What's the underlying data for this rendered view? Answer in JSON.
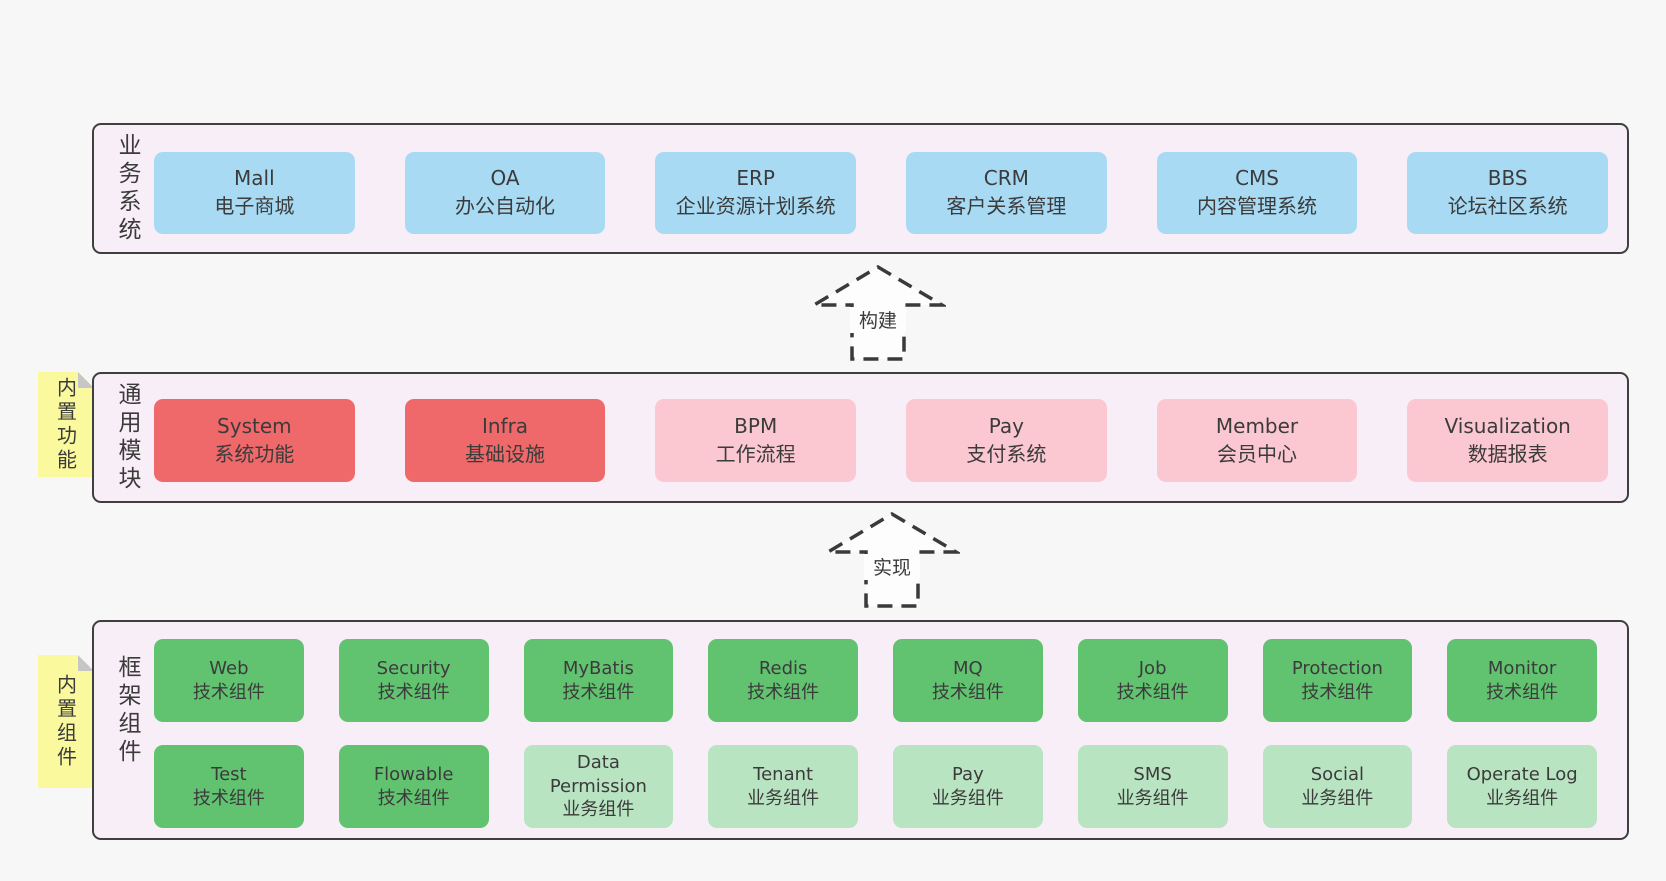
{
  "colors": {
    "page_background": "#f7f7f7",
    "layer_background": "#f8eef7",
    "layer_border": "#3f3f3f",
    "business_box_blue": "#a8daf4",
    "module_core_red": "#ef686a",
    "module_optional_pink": "#fbc8d1",
    "tech_component_green": "#61c370",
    "biz_component_light_green": "#b9e4c2",
    "sticky_note_yellow": "#fbf99e",
    "text": "#3b3b3b"
  },
  "layers": {
    "business": {
      "side_label": "业务系统",
      "boxes": [
        {
          "title": "Mall",
          "subtitle": "电子商城"
        },
        {
          "title": "OA",
          "subtitle": "办公自动化"
        },
        {
          "title": "ERP",
          "subtitle": "企业资源计划系统"
        },
        {
          "title": "CRM",
          "subtitle": "客户关系管理"
        },
        {
          "title": "CMS",
          "subtitle": "内容管理系统"
        },
        {
          "title": "BBS",
          "subtitle": "论坛社区系统"
        }
      ]
    },
    "modules": {
      "sticky_label": "内置功能",
      "side_label": "通用模块",
      "boxes": [
        {
          "title": "System",
          "subtitle": "系统功能"
        },
        {
          "title": "Infra",
          "subtitle": "基础设施"
        },
        {
          "title": "BPM",
          "subtitle": "工作流程"
        },
        {
          "title": "Pay",
          "subtitle": "支付系统"
        },
        {
          "title": "Member",
          "subtitle": "会员中心"
        },
        {
          "title": "Visualization",
          "subtitle": "数据报表"
        }
      ]
    },
    "components": {
      "sticky_label": "内置组件",
      "side_label": "框架组件",
      "row1": [
        {
          "title": "Web",
          "subtitle": "技术组件"
        },
        {
          "title": "Security",
          "subtitle": "技术组件"
        },
        {
          "title": "MyBatis",
          "subtitle": "技术组件"
        },
        {
          "title": "Redis",
          "subtitle": "技术组件"
        },
        {
          "title": "MQ",
          "subtitle": "技术组件"
        },
        {
          "title": "Job",
          "subtitle": "技术组件"
        },
        {
          "title": "Protection",
          "subtitle": "技术组件"
        },
        {
          "title": "Monitor",
          "subtitle": "技术组件"
        }
      ],
      "row2": [
        {
          "title": "Test",
          "subtitle": "技术组件"
        },
        {
          "title": "Flowable",
          "subtitle": "技术组件"
        },
        {
          "title": "Data Permission",
          "subtitle": "业务组件"
        },
        {
          "title": "Tenant",
          "subtitle": "业务组件"
        },
        {
          "title": "Pay",
          "subtitle": "业务组件"
        },
        {
          "title": "SMS",
          "subtitle": "业务组件"
        },
        {
          "title": "Social",
          "subtitle": "业务组件"
        },
        {
          "title": "Operate Log",
          "subtitle": "业务组件"
        }
      ]
    }
  },
  "arrows": {
    "build": {
      "label": "构建"
    },
    "implement": {
      "label": "实现"
    }
  }
}
